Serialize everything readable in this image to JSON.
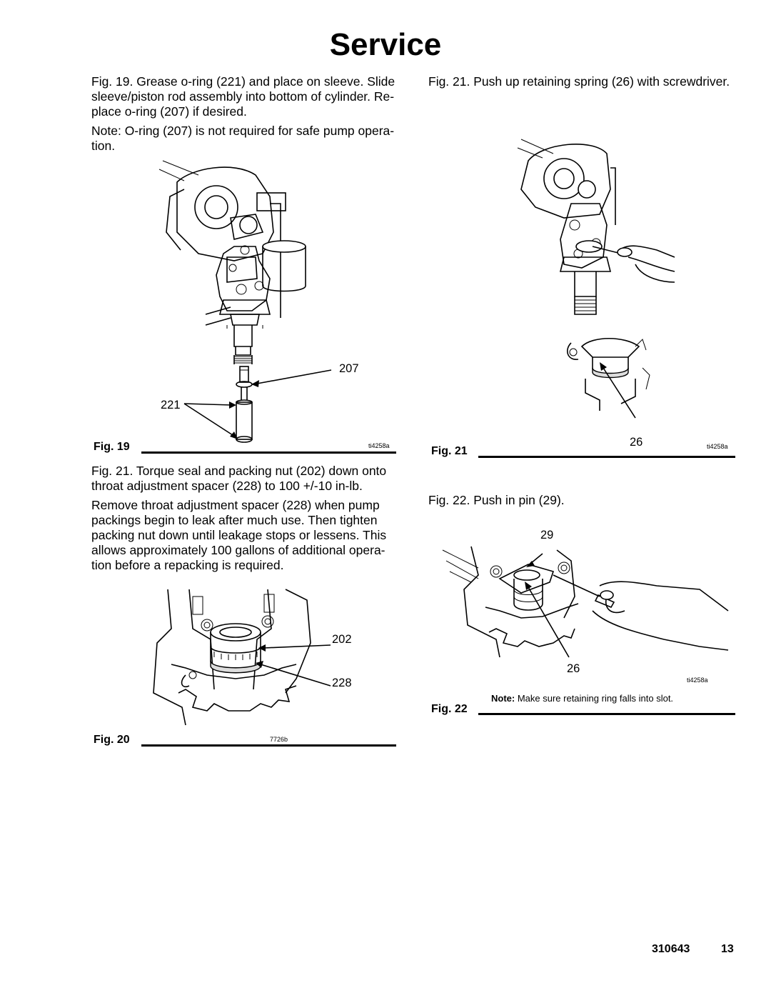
{
  "page": {
    "title": "Service",
    "doc_number": "310643",
    "page_number": "13"
  },
  "left": {
    "fig19_caption": "Fig. 19. Grease o-ring (221) and place on sleeve. Slide sleeve/piston rod assembly into bottom of cylinder. Re- place o-ring (207) if desired.",
    "fig19_note": "Note: O-ring (207) is not required for safe pump opera- tion.",
    "fig19": {
      "label": "Fig. 19",
      "code": "ti4258a",
      "callouts": [
        "207",
        "221"
      ]
    },
    "fig20_step": "Fig. 21. Torque seal and packing nut (202) down onto throat adjustment spacer (228) to 100 +/-10 in-lb.",
    "fig20_remove": "Remove throat adjustment spacer (228) when pump packings begin to leak after much use. Then tighten packing nut down until leakage stops or lessens. This allows approximately 100 gallons of additional opera- tion before a repacking is required.",
    "fig20": {
      "label": "Fig. 20",
      "code": "7726b",
      "callouts": [
        "202",
        "228"
      ]
    }
  },
  "right": {
    "fig21_caption": "Fig. 21. Push up retaining spring (26) with screwdriver.",
    "fig21": {
      "label": "Fig. 21",
      "code": "ti4258a",
      "callouts": [
        "26"
      ]
    },
    "fig22_caption": "Fig. 22. Push in pin (29).",
    "fig22": {
      "label": "Fig. 22",
      "code": "ti4258a",
      "callouts": [
        "29",
        "26"
      ],
      "note_bold": "Note:",
      "note_text": " Make sure retaining ring falls into slot."
    }
  }
}
